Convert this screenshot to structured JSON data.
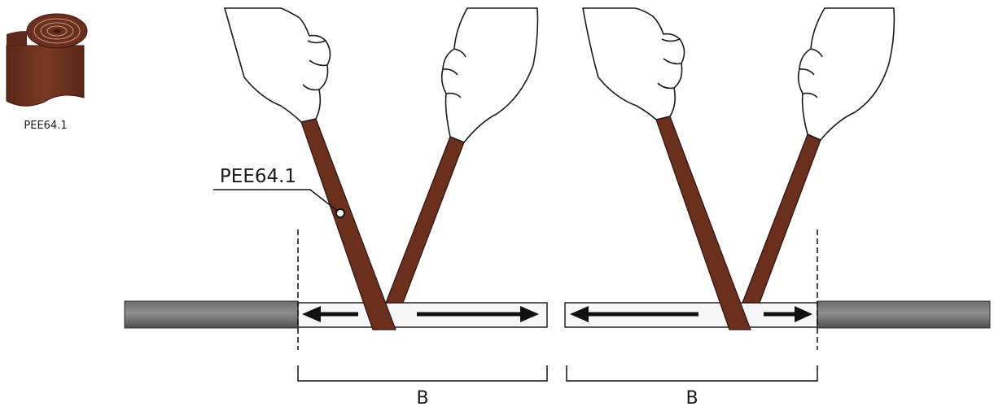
{
  "product": {
    "name": "PEE64.1"
  },
  "callout": {
    "label": "PEE64.1"
  },
  "dimensions": {
    "left_label": "B",
    "right_label": "B"
  },
  "colors": {
    "tape": "#6b2f1e",
    "tape_dark": "#4a1f13",
    "pipe": "#8a8a8a",
    "pipe_dark": "#555555",
    "sleeve": "#f6f6f6",
    "outline": "#1a1a1a"
  },
  "icons": {
    "product": "tape-roll-icon",
    "arrows": [
      "arrow-left-icon",
      "arrow-right-icon",
      "arrow-left-icon",
      "arrow-right-icon"
    ]
  }
}
